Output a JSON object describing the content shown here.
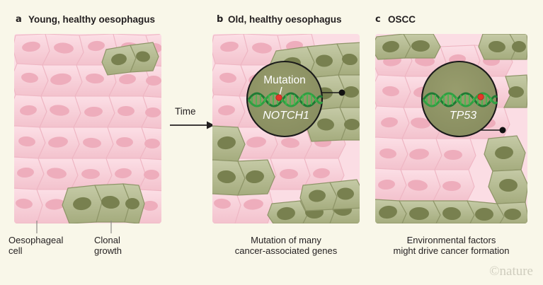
{
  "figure": {
    "background_color": "#f9f7e9",
    "watermark": "©nature"
  },
  "panels": [
    {
      "letter": "a",
      "title": "Young, healthy oesophagus",
      "caption_lines": [],
      "annotations": [
        {
          "name": "oesophageal-cell",
          "lines": [
            "Oesophageal",
            "cell"
          ]
        },
        {
          "name": "clonal-growth",
          "lines": [
            "Clonal",
            "growth"
          ]
        }
      ],
      "magnifier": null
    },
    {
      "letter": "b",
      "title": "Old, healthy oesophagus",
      "caption_lines": [
        "Mutation of many",
        "cancer-associated genes"
      ],
      "annotations": [],
      "magnifier": {
        "label": "Mutation",
        "gene": "NOTCH1",
        "show_label": true
      }
    },
    {
      "letter": "c",
      "title": "OSCC",
      "caption_lines": [
        "Environmental factors",
        "might drive cancer formation"
      ],
      "annotations": [],
      "magnifier": {
        "label": "",
        "gene": "TP53",
        "show_label": false
      }
    }
  ],
  "arrow": {
    "label": "Time"
  },
  "colors": {
    "pink_cell": "#f6c9d2",
    "pink_cell_light": "#fbdde4",
    "pink_nucleus": "#edaab9",
    "green_cell": "#aeb488",
    "green_cell_light": "#c3c8a3",
    "green_nucleus": "#838a5c",
    "magnifier_fill": "#8f9467",
    "magnifier_stroke": "#1a1a1a",
    "dna_green": "#1f8a3b",
    "dna_bright": "#46c24f",
    "mutation_red": "#e8342a",
    "leader_line": "#8c8c86",
    "text": "#231f20",
    "watermark": "#cfcdbe"
  }
}
